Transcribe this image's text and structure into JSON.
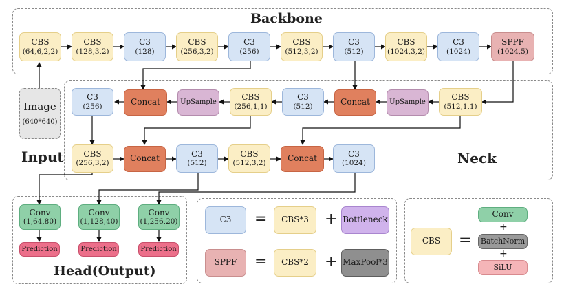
{
  "labels": {
    "backbone": "Backbone",
    "neck": "Neck",
    "input": "Input",
    "head": "Head(Output)"
  },
  "image": {
    "title": "Image",
    "size": "(640*640)"
  },
  "backbone": [
    {
      "name": "CBS",
      "params": "(64,6,2,2)"
    },
    {
      "name": "CBS",
      "params": "(128,3,2)"
    },
    {
      "name": "C3",
      "params": "(128)"
    },
    {
      "name": "CBS",
      "params": "(256,3,2)"
    },
    {
      "name": "C3",
      "params": "(256)"
    },
    {
      "name": "CBS",
      "params": "(512,3,2)"
    },
    {
      "name": "C3",
      "params": "(512)"
    },
    {
      "name": "CBS",
      "params": "(1024,3,2)"
    },
    {
      "name": "C3",
      "params": "(1024)"
    },
    {
      "name": "SPPF",
      "params": "(1024,5)"
    }
  ],
  "neck_row1": [
    {
      "name": "C3",
      "params": "(256)"
    },
    {
      "name": "Concat",
      "params": ""
    },
    {
      "name": "UpSample",
      "params": ""
    },
    {
      "name": "CBS",
      "params": "(256,1,1)"
    },
    {
      "name": "C3",
      "params": "(512)"
    },
    {
      "name": "Concat",
      "params": ""
    },
    {
      "name": "UpSample",
      "params": ""
    },
    {
      "name": "CBS",
      "params": "(512,1,1)"
    }
  ],
  "neck_row2": [
    {
      "name": "CBS",
      "params": "(256,3,2)"
    },
    {
      "name": "Concat",
      "params": ""
    },
    {
      "name": "C3",
      "params": "(512)"
    },
    {
      "name": "CBS",
      "params": "(512,3,2)"
    },
    {
      "name": "Concat",
      "params": ""
    },
    {
      "name": "C3",
      "params": "(1024)"
    }
  ],
  "head": [
    {
      "name": "Conv",
      "params": "(1,64,80)",
      "pred": "Prediction"
    },
    {
      "name": "Conv",
      "params": "(1,128,40)",
      "pred": "Prediction"
    },
    {
      "name": "Conv",
      "params": "(1,256,20)",
      "pred": "Prediction"
    }
  ],
  "legend": {
    "c3": {
      "lhs": "C3",
      "eq": "=",
      "a": "CBS*3",
      "plus": "+",
      "b": "Bottleneck"
    },
    "sppf": {
      "lhs": "SPPF",
      "eq": "=",
      "a": "CBS*2",
      "plus": "+",
      "b": "MaxPool*3"
    },
    "cbs": {
      "lhs": "CBS",
      "eq": "=",
      "conv": "Conv",
      "plus1": "+",
      "bn": "BatchNorm",
      "plus2": "+",
      "act": "SiLU"
    }
  }
}
